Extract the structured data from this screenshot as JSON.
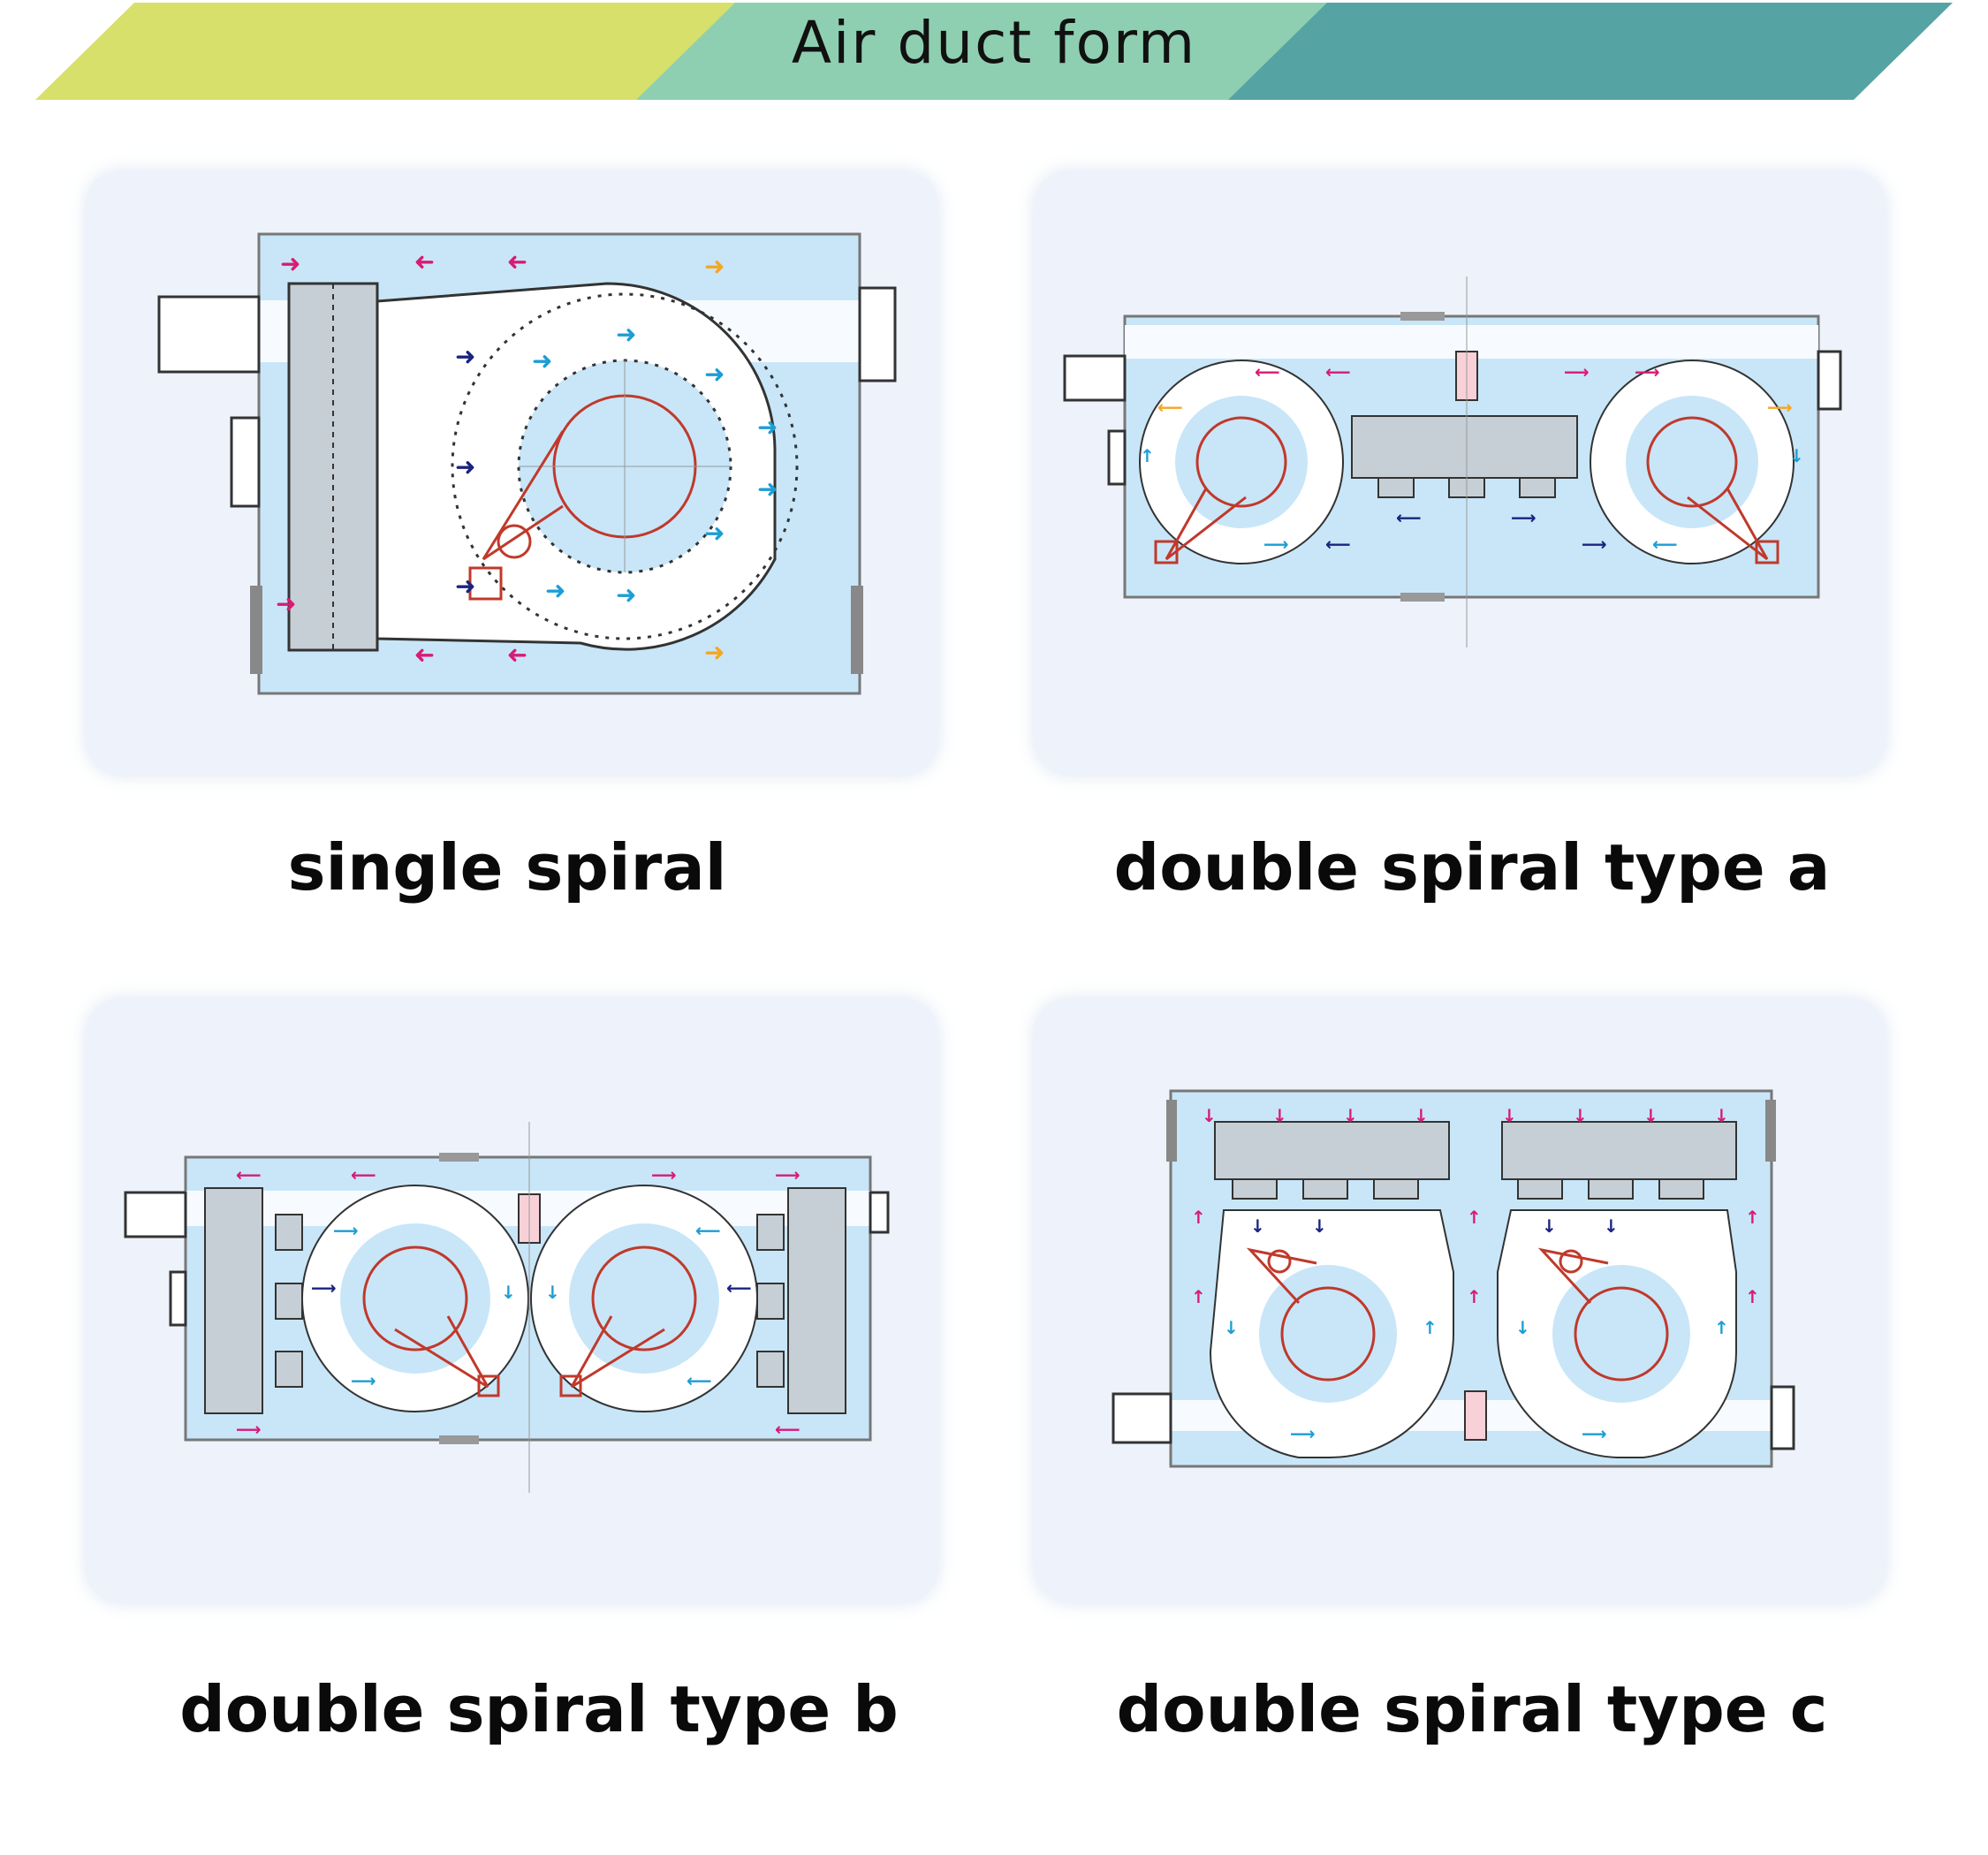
{
  "header": {
    "title": "Air duct form"
  },
  "colors": {
    "banner_left": "#d6e06a",
    "banner_mid": "#8ecfb1",
    "banner_right": "#56a3a4",
    "card_bg": "#eef3fb",
    "plan_blue": "#c8e6f8",
    "arrow_magenta": "#d81b73",
    "arrow_cyan": "#1c9ed4",
    "arrow_navy": "#1a237e",
    "arrow_orange": "#f5a623",
    "belt_red": "#c0392b"
  },
  "diagrams": [
    {
      "caption": "single spiral"
    },
    {
      "caption": "double spiral type a"
    },
    {
      "caption": "double spiral type b"
    },
    {
      "caption": "double spiral type c"
    }
  ]
}
